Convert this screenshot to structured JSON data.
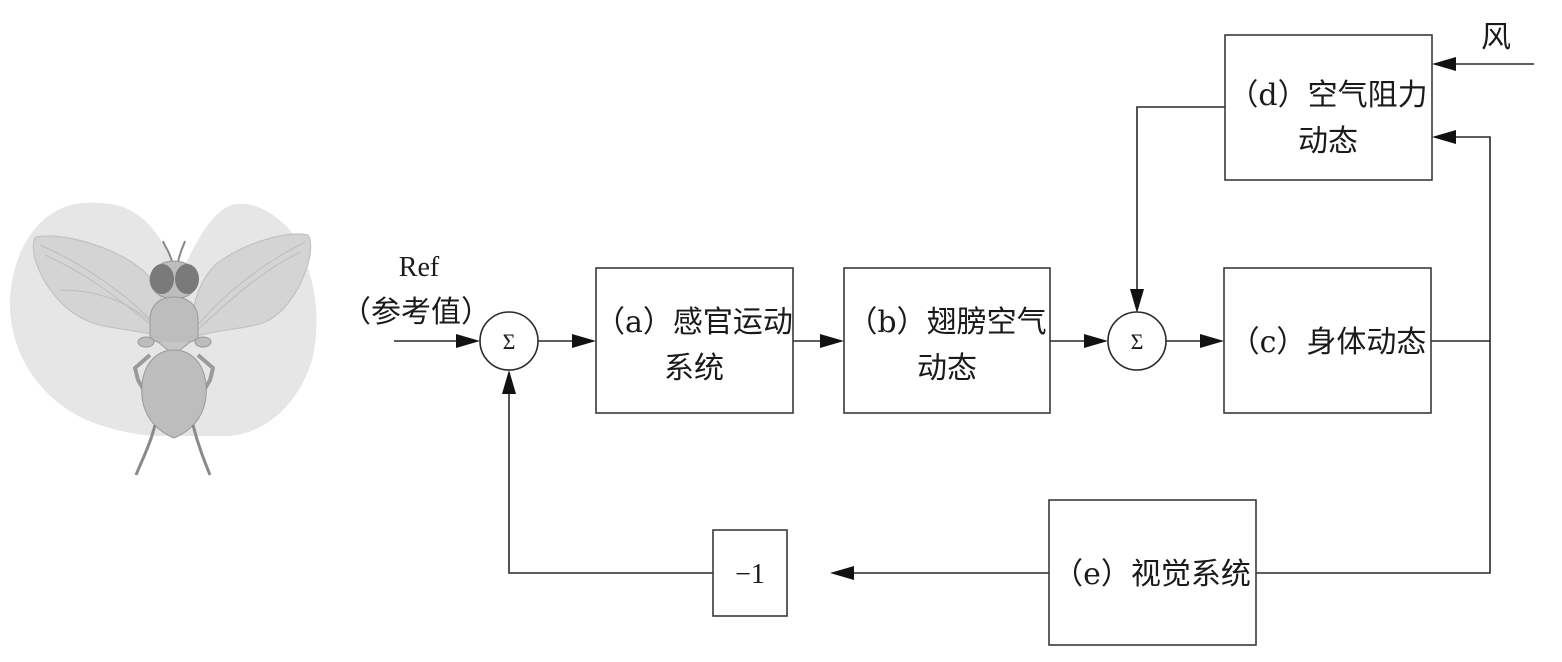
{
  "diagram": {
    "reference": {
      "line1": "Ref",
      "line2": "（参考值）"
    },
    "wind_label": "风",
    "sum_symbol": "Σ",
    "blocks": {
      "a": {
        "line1": "（a）感官运动",
        "line2": "系统"
      },
      "b": {
        "line1": "（b）翅膀空气",
        "line2": "动态"
      },
      "c": {
        "line1": "（c）身体动态"
      },
      "d": {
        "line1": "（d）空气阻力",
        "line2": "动态"
      },
      "e": {
        "line1": "（e）视觉系统"
      },
      "gain": {
        "line1": "−1"
      }
    },
    "colors": {
      "halo": "#e6e6e6",
      "wing": "#d2d2d2",
      "body": "#bdbdbd",
      "eye": "#7a7a7a",
      "line": "#2a2a2a"
    }
  }
}
